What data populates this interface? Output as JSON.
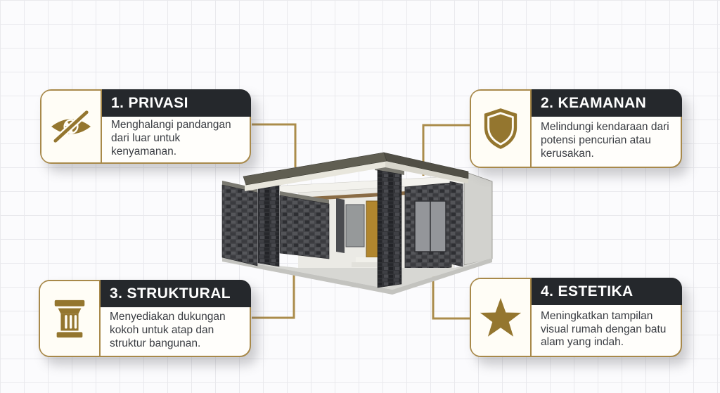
{
  "title": "Infografik manfaat pagar dan dinding batu alam",
  "palette": {
    "gold_icon": "#94762f",
    "gold_border": "#a8894a",
    "connector": "#ab8c4b",
    "header_bg": "#25282c",
    "card_bg": "#fffefb",
    "body_text": "#393c42"
  },
  "cards": [
    {
      "id": "privasi",
      "title": "1. PRIVASI",
      "description": "Menghalangi pandangan dari luar untuk kenyamanan.",
      "icon": "eye-slash-icon"
    },
    {
      "id": "keamanan",
      "title": "2. KEAMANAN",
      "description": "Melindungi kendaraan dari potensi pencurian atau kerusakan.",
      "icon": "shield-icon"
    },
    {
      "id": "struktural",
      "title": "3. STRUKTURAL",
      "description": "Menyediakan dukungan kokoh untuk atap dan struktur bangunan.",
      "icon": "column-icon"
    },
    {
      "id": "estetika",
      "title": "4. ESTETIKA",
      "description": "Meningkatkan tampilan visual rumah dengan batu alam yang indah.",
      "icon": "star-icon"
    }
  ],
  "illustration": {
    "name": "stone-house-3d",
    "description": "3D render rumah modern dengan pagar, pilar dan dinding batu alam, atap datar, pintu kayu emas"
  }
}
